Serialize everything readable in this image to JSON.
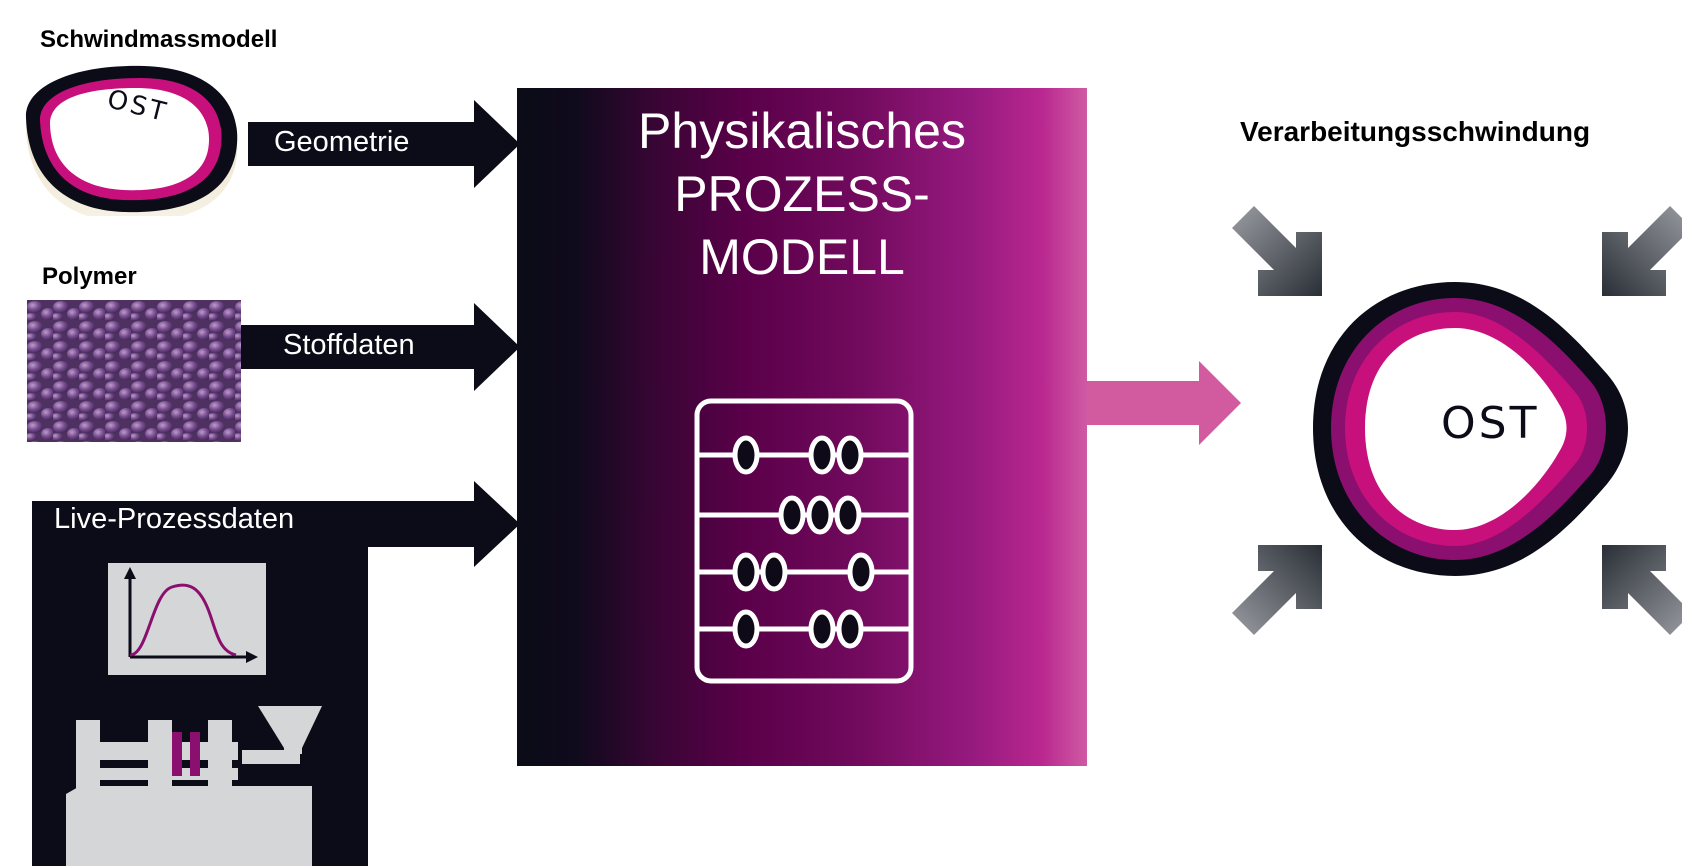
{
  "inputs": {
    "model": {
      "heading": "Schwindmassmodell",
      "logo_text": "OST",
      "arrow_label": "Geometrie"
    },
    "polymer": {
      "heading": "Polymer",
      "arrow_label": "Stoffdaten"
    },
    "live": {
      "label": "Live-Prozessdaten"
    }
  },
  "process": {
    "title_lines": [
      "Physikalisches",
      "PROZESS-",
      "MODELL"
    ]
  },
  "output": {
    "heading": "Verarbeitungsschwindung",
    "logo_text": "OST"
  },
  "colors": {
    "dark": "#0b0c17",
    "magenta": "#c8107d",
    "purple": "#8a0f6e",
    "pink_arrow": "#d25a9e",
    "grey": "#d4d6d8"
  }
}
